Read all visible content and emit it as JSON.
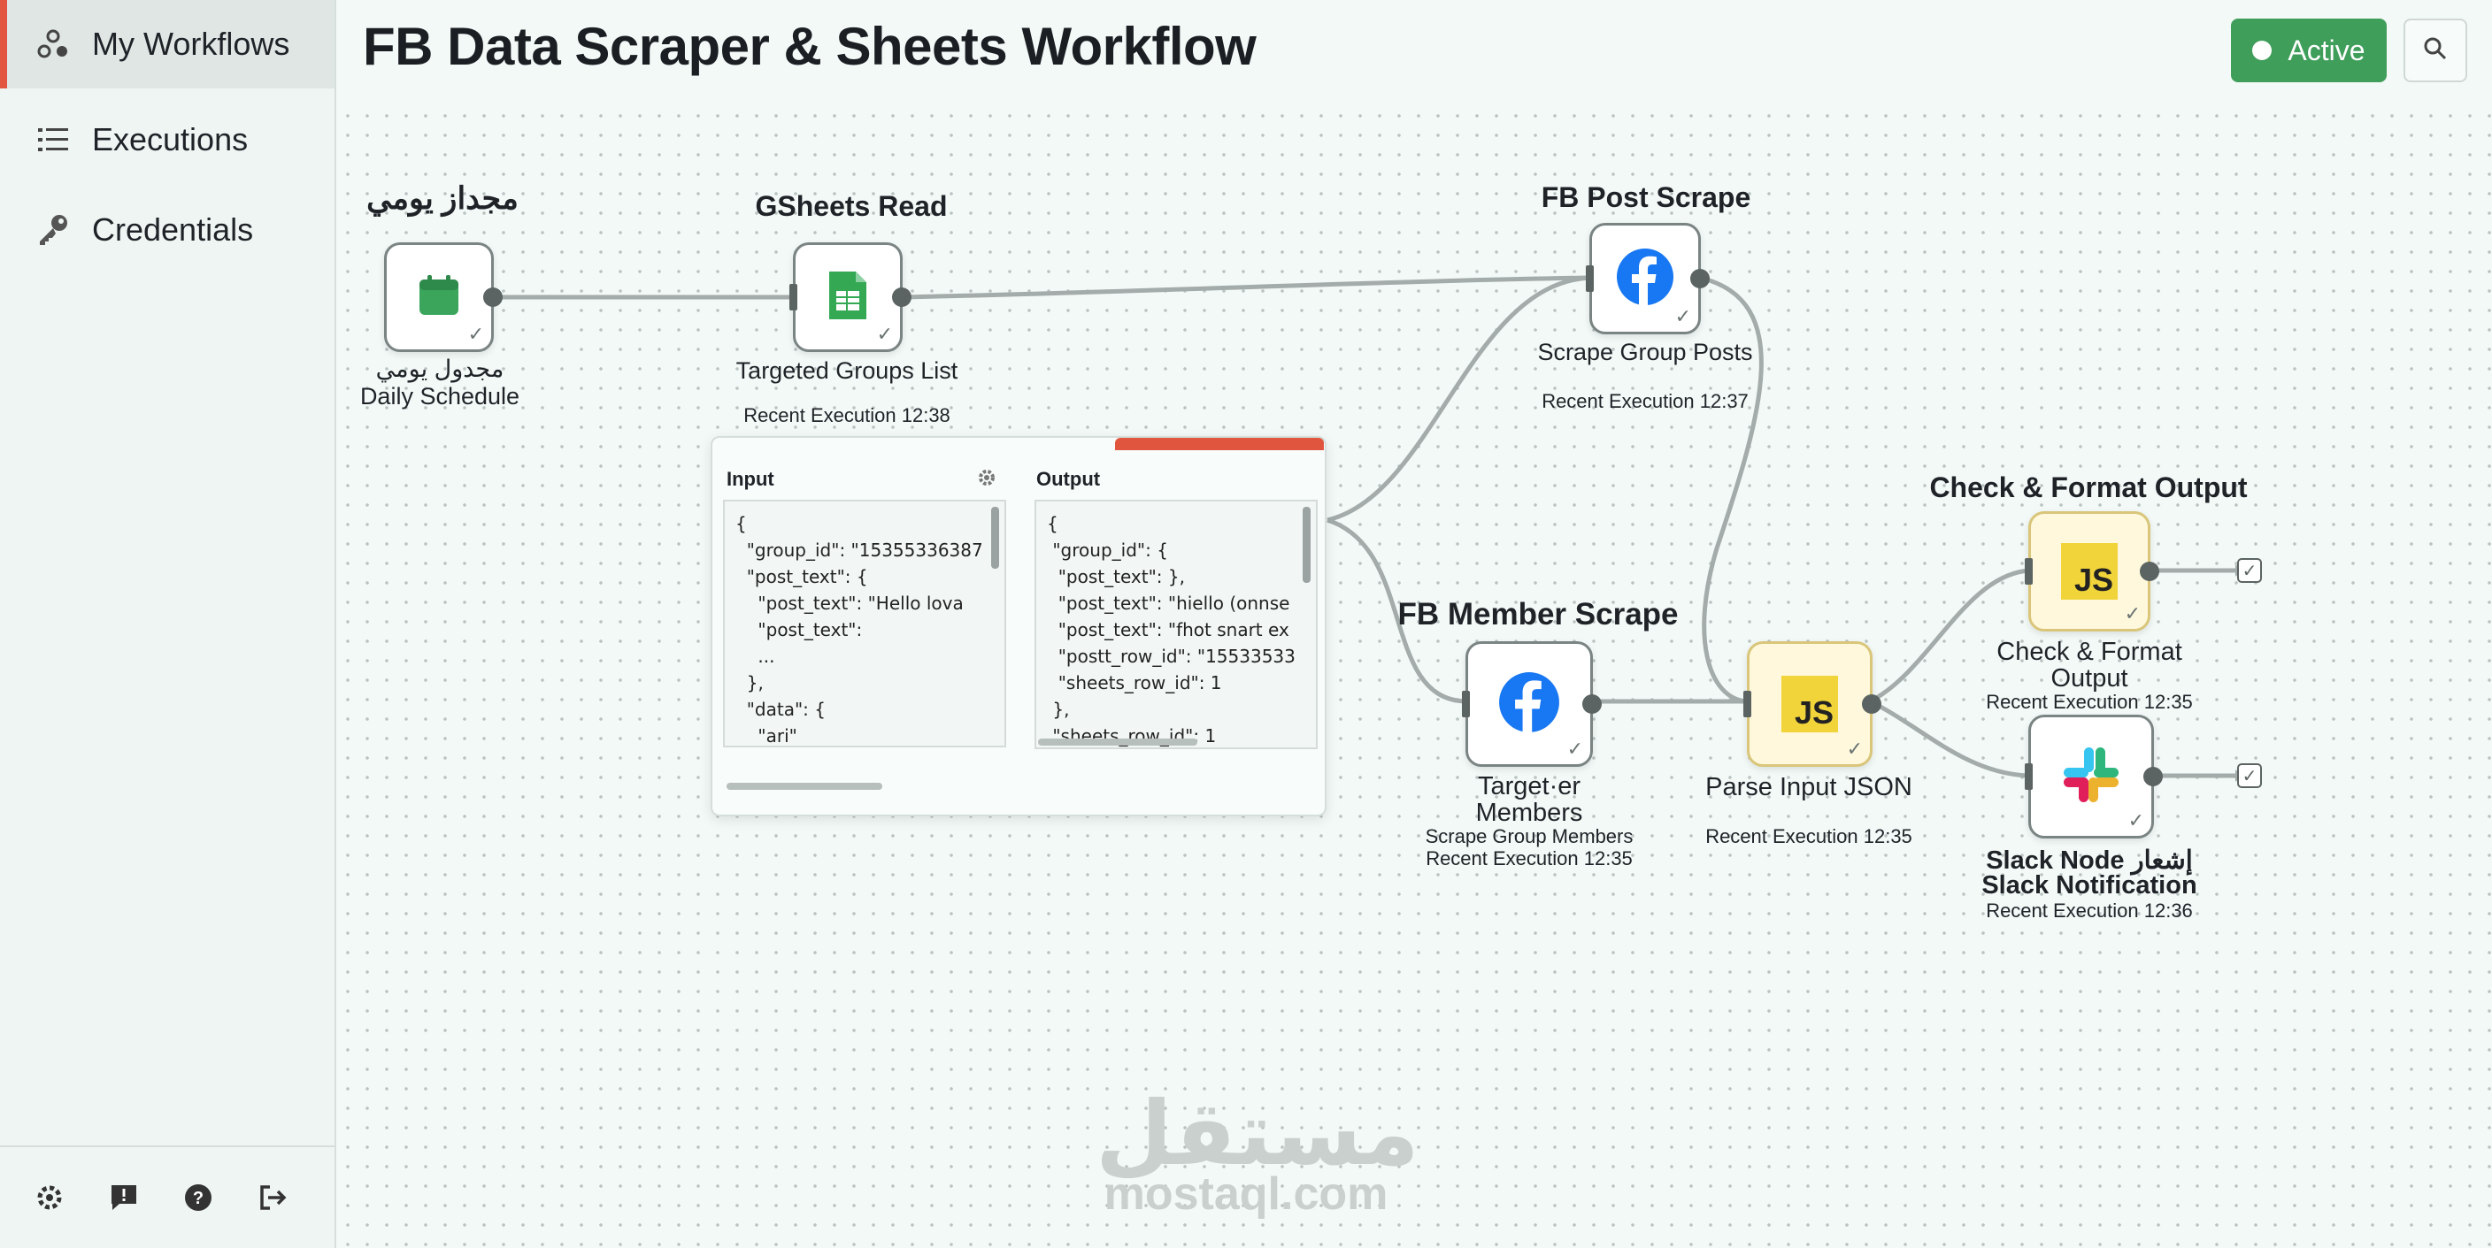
{
  "app": {
    "title": "FB Data Scraper & Sheets Workflow",
    "status_label": "Active"
  },
  "sidebar": {
    "items": [
      {
        "label": "My Workflows",
        "icon": "workflows-icon",
        "active": true
      },
      {
        "label": "Executions",
        "icon": "list-icon",
        "active": false
      },
      {
        "label": "Credentials",
        "icon": "key-icon",
        "active": false
      }
    ],
    "footer_icons": [
      "settings-icon",
      "feedback-icon",
      "help-icon",
      "logout-icon"
    ]
  },
  "nodes": {
    "schedule": {
      "heading": "مجداز يومي",
      "name_ar": "مجدول يومي",
      "name": "Daily Schedule"
    },
    "gsheets": {
      "heading": "GSheets Read",
      "name": "Targeted Groups List",
      "exec": "Recent Execution 12:38"
    },
    "fb_post": {
      "heading": "FB Post Scrape",
      "name": "Scrape Group Posts",
      "exec": "Recent Execution 12:37"
    },
    "fb_member": {
      "heading": "FB Member Scrape",
      "name_line1": "Target·er",
      "name_line2": "Members",
      "sub": "Scrape Group Members",
      "exec": "Recent Execution 12:35"
    },
    "parse": {
      "name": "Parse Input JSON",
      "exec": "Recent Execution 12:35",
      "badge": "JS"
    },
    "check": {
      "heading": "Check & Format Output",
      "name_line1": "Check & Format",
      "name_line2": "Output",
      "exec": "Recent Execution 12:35",
      "badge": "JS"
    },
    "slack": {
      "name_line1": "Slack Node إشعار",
      "name_line2": "Slack Notification",
      "exec": "Recent Execution 12:36"
    }
  },
  "panel": {
    "input_title": "Input",
    "output_title": "Output",
    "input_lines": [
      "{",
      "  \"group_id\": \"15355336387",
      "  \"post_text\": {",
      "    \"post_text\": \"Hello lova",
      "    \"post_text\":",
      "    ...",
      "  },",
      "  \"data\": {",
      "    \"ari\"",
      "  },"
    ],
    "output_lines": [
      "{",
      " \"group_id\": {",
      "  \"post_text\": },",
      "  \"post_text\": \"hiello (onnse",
      "  \"post_text\": \"fhot snart ex",
      "  \"postt_row_id\": \"15533533",
      "  \"sheets_row_id\": 1",
      " },",
      " \"sheets_row_id\": 1"
    ]
  },
  "watermark": {
    "arabic": "مستقل",
    "latin": "mostaql.com"
  },
  "colors": {
    "accent": "#e2553f",
    "active": "#3f9e5a",
    "js_badge": "#f0d43a",
    "facebook": "#1877f2",
    "sheets": "#34a853"
  }
}
